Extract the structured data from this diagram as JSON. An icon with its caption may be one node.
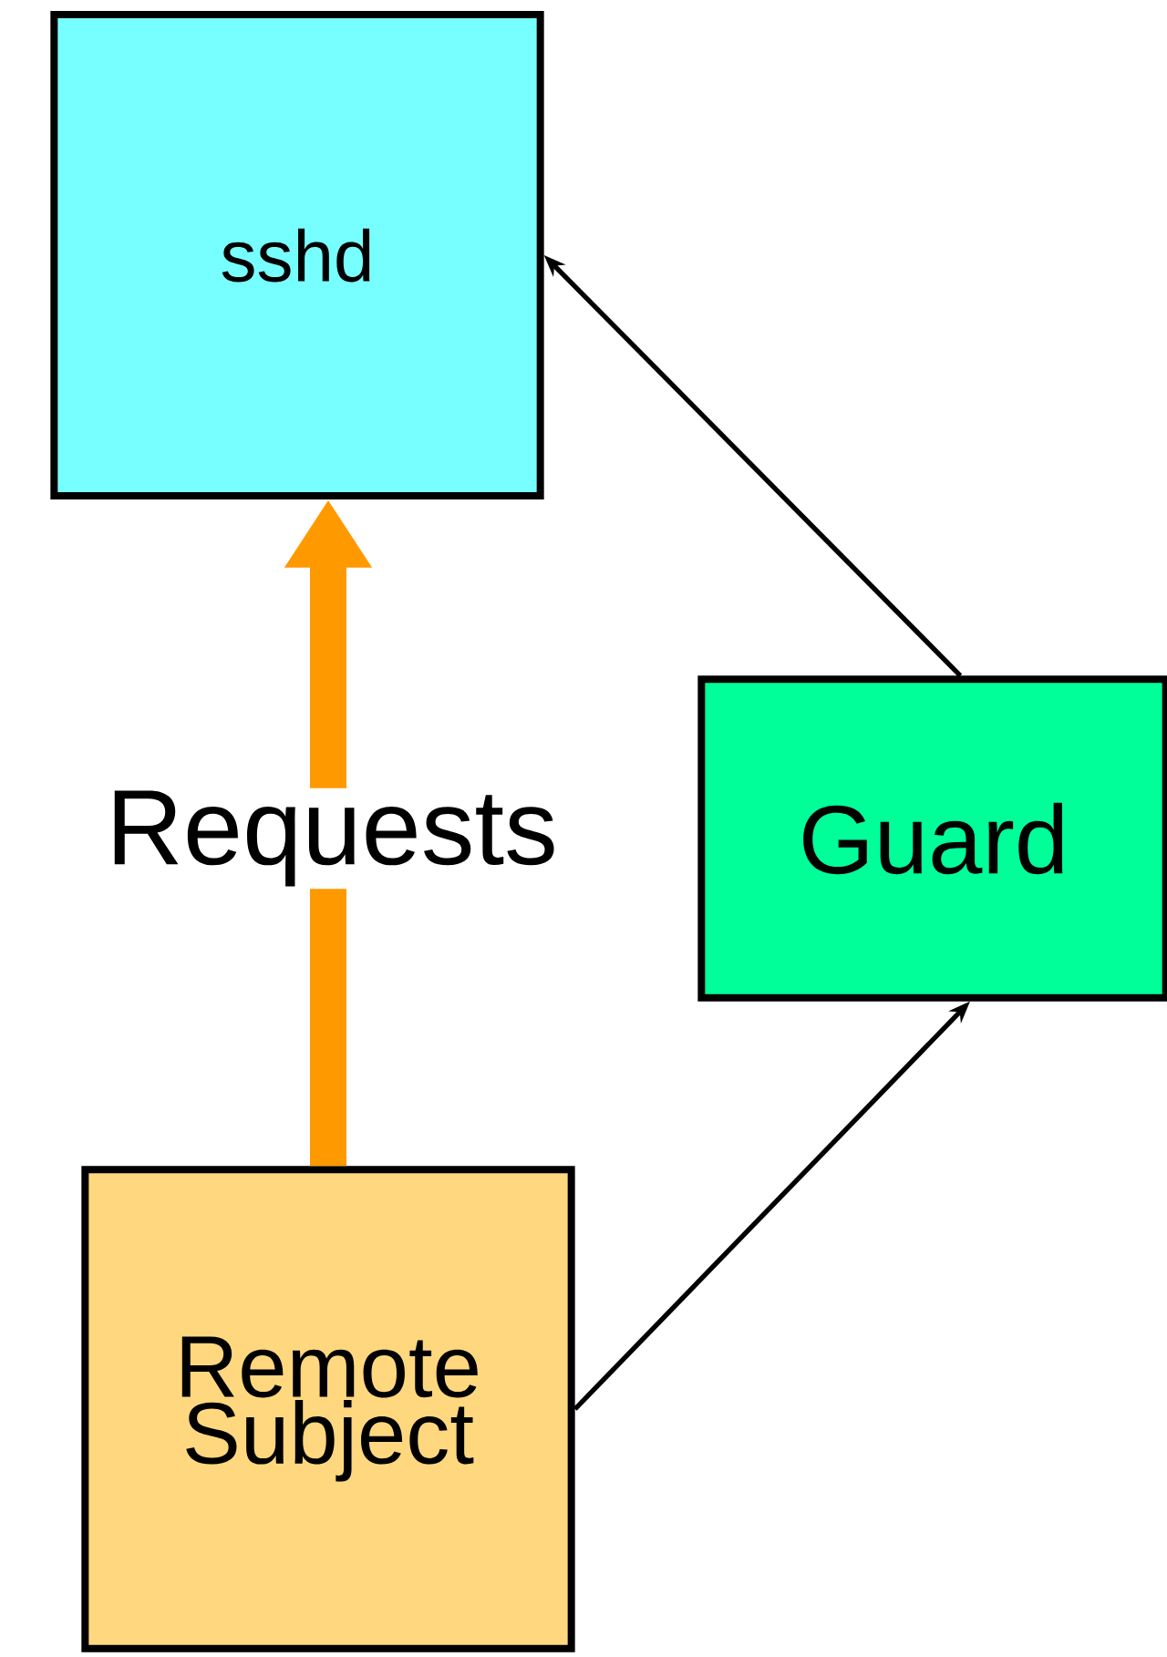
{
  "diagram": {
    "nodes": [
      {
        "text": [
          "sshd"
        ]
      },
      {
        "text": [
          "Guard"
        ]
      },
      {
        "text": [
          "Remote Subject"
        ]
      }
    ],
    "edges": [
      {
        "from": 2,
        "to": 0,
        "arrow": "to",
        "label": "Requests",
        "style": "thick",
        "color": "#ff9900"
      },
      {
        "from": 2,
        "to": 1,
        "arrow": "to"
      },
      {
        "from": 1,
        "to": 0,
        "arrow": "to"
      }
    ]
  }
}
